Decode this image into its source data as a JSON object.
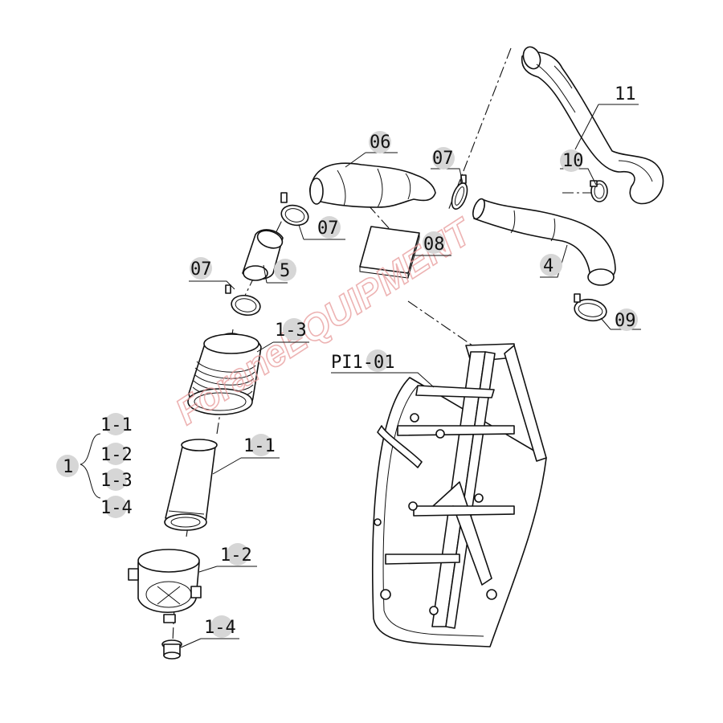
{
  "diagram": {
    "type": "exploded parts diagram",
    "labels": {
      "l11": "11",
      "l10": "10",
      "l06": "06",
      "l07a": "07",
      "l07b": "07",
      "l07c": "07",
      "l5": "5",
      "l08": "08",
      "l4": "4",
      "l09": "09",
      "l13": "1-3",
      "lpi01": "PI1-01",
      "l11b": "1-1",
      "l12": "1-2",
      "l14": "1-4",
      "group_parent": "1",
      "group_items": [
        "1-1",
        "1-2",
        "1-3",
        "1-4"
      ]
    },
    "watermark": {
      "text": "ForaneEQUIPMENT",
      "color": "#e79a9a"
    }
  }
}
